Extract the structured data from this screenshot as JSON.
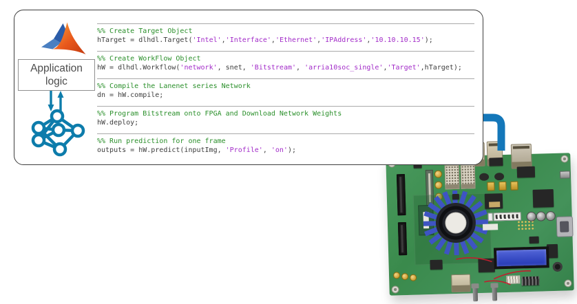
{
  "panel": {
    "app_box": {
      "line1": "Application",
      "line2": "logic"
    }
  },
  "code": {
    "sections": [
      {
        "comment": "%% Create Target Object",
        "line": [
          [
            "p",
            "hTarget = dlhdl.Target("
          ],
          [
            "s",
            "'Intel'"
          ],
          [
            "p",
            ","
          ],
          [
            "s",
            "'Interface'"
          ],
          [
            "p",
            ","
          ],
          [
            "s",
            "'Ethernet'"
          ],
          [
            "p",
            ","
          ],
          [
            "s",
            "'IPAddress'"
          ],
          [
            "p",
            ","
          ],
          [
            "s",
            "'10.10.10.15'"
          ],
          [
            "p",
            ");"
          ]
        ]
      },
      {
        "comment": "%% Create WorkFlow Object",
        "line": [
          [
            "p",
            "hW = dlhdl.Workflow("
          ],
          [
            "s",
            "'network'"
          ],
          [
            "p",
            ", snet, "
          ],
          [
            "s",
            "'Bitstream'"
          ],
          [
            "p",
            ", "
          ],
          [
            "s",
            "'arria10soc_single'"
          ],
          [
            "p",
            ","
          ],
          [
            "s",
            "'Target'"
          ],
          [
            "p",
            ",hTarget);"
          ]
        ]
      },
      {
        "comment": "%% Compile the Lanenet series Network",
        "line": [
          [
            "p",
            "dn = hW.compile;"
          ]
        ]
      },
      {
        "comment": "%% Program Bitstream onto FPGA and Download Network Weights",
        "line": [
          [
            "p",
            "hW.deploy;"
          ]
        ]
      },
      {
        "comment": "%% Run prediction for one frame",
        "line": [
          [
            "p",
            "outputs = hW.predict(inputImg, "
          ],
          [
            "s",
            "'Profile'"
          ],
          [
            "p",
            ", "
          ],
          [
            "s",
            "'on'"
          ],
          [
            "p",
            ");"
          ]
        ]
      }
    ]
  },
  "icons": {
    "matlab_logo": "matlab-logo",
    "neural_network": "neural-network-icon",
    "arrows": "bidirectional-arrows-icon",
    "cable": "ethernet-cable-connector",
    "board": "fpga-development-board"
  },
  "colors": {
    "comment_green": "#2a8f2a",
    "string_purple": "#a22bc8",
    "code_text": "#3d3d3d",
    "rule_gray": "#a9a9a9",
    "panel_border": "#3c3c3c",
    "box_border": "#8f8f8f",
    "text_gray": "#4c4c4c",
    "cable_blue": "#1477b9",
    "icon_teal": "#0d7cab",
    "board_green": "#3e8e51",
    "heatsink_blue": "#3e54c3",
    "lcd_blue": "#2c3fbe"
  }
}
